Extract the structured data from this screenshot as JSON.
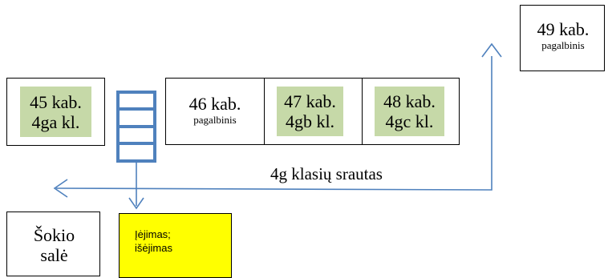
{
  "rooms": {
    "r45": {
      "line1": "45 kab.",
      "line2": "4ga kl."
    },
    "r46": {
      "line1": "46 kab.",
      "line2": "pagalbinis"
    },
    "r47": {
      "line1": "47 kab.",
      "line2": "4gb kl."
    },
    "r48": {
      "line1": "48 kab.",
      "line2": "4gc kl."
    },
    "r49": {
      "line1": "49 kab.",
      "line2": "pagalbinis"
    }
  },
  "dance_hall": {
    "line1": "Šokio",
    "line2": "salė"
  },
  "entrance": {
    "line1": "Įėjimas;",
    "line2": "išėjimas"
  },
  "flow_label": "4g klasių srautas",
  "colors": {
    "classroom_fill": "#c6d9a8",
    "arrow": "#4f81bd",
    "stairs": "#4f81bd",
    "entrance_fill": "#ffff00"
  }
}
